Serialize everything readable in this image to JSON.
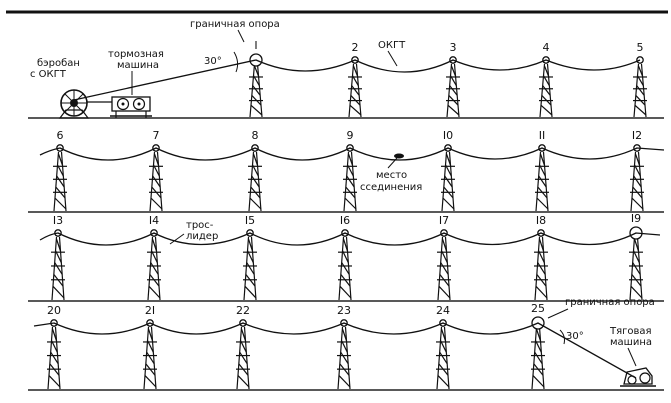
{
  "labels": {
    "drum": [
      "бэробан",
      "с ОКГТ"
    ],
    "brake_machine": [
      "тормозная",
      "машина"
    ],
    "boundary_support_top": "граничная опора",
    "angle_top": "30°",
    "okgt": "ОКГТ",
    "splice_place": [
      "место",
      "сcединения"
    ],
    "pilot_rope": [
      "трос-",
      "лидер"
    ],
    "boundary_support_bottom": "граничная опора",
    "angle_bottom": "30°",
    "pull_machine": [
      "Тяговая",
      "машина"
    ]
  },
  "rows": [
    {
      "poles": [
        "I",
        "2",
        "3",
        "4",
        "5"
      ]
    },
    {
      "poles": [
        "6",
        "7",
        "8",
        "9",
        "I0",
        "II",
        "I2"
      ]
    },
    {
      "poles": [
        "I3",
        "I4",
        "I5",
        "I6",
        "I7",
        "I8",
        "I9"
      ]
    },
    {
      "poles": [
        "20",
        "2I",
        "22",
        "23",
        "24",
        "25"
      ]
    }
  ]
}
